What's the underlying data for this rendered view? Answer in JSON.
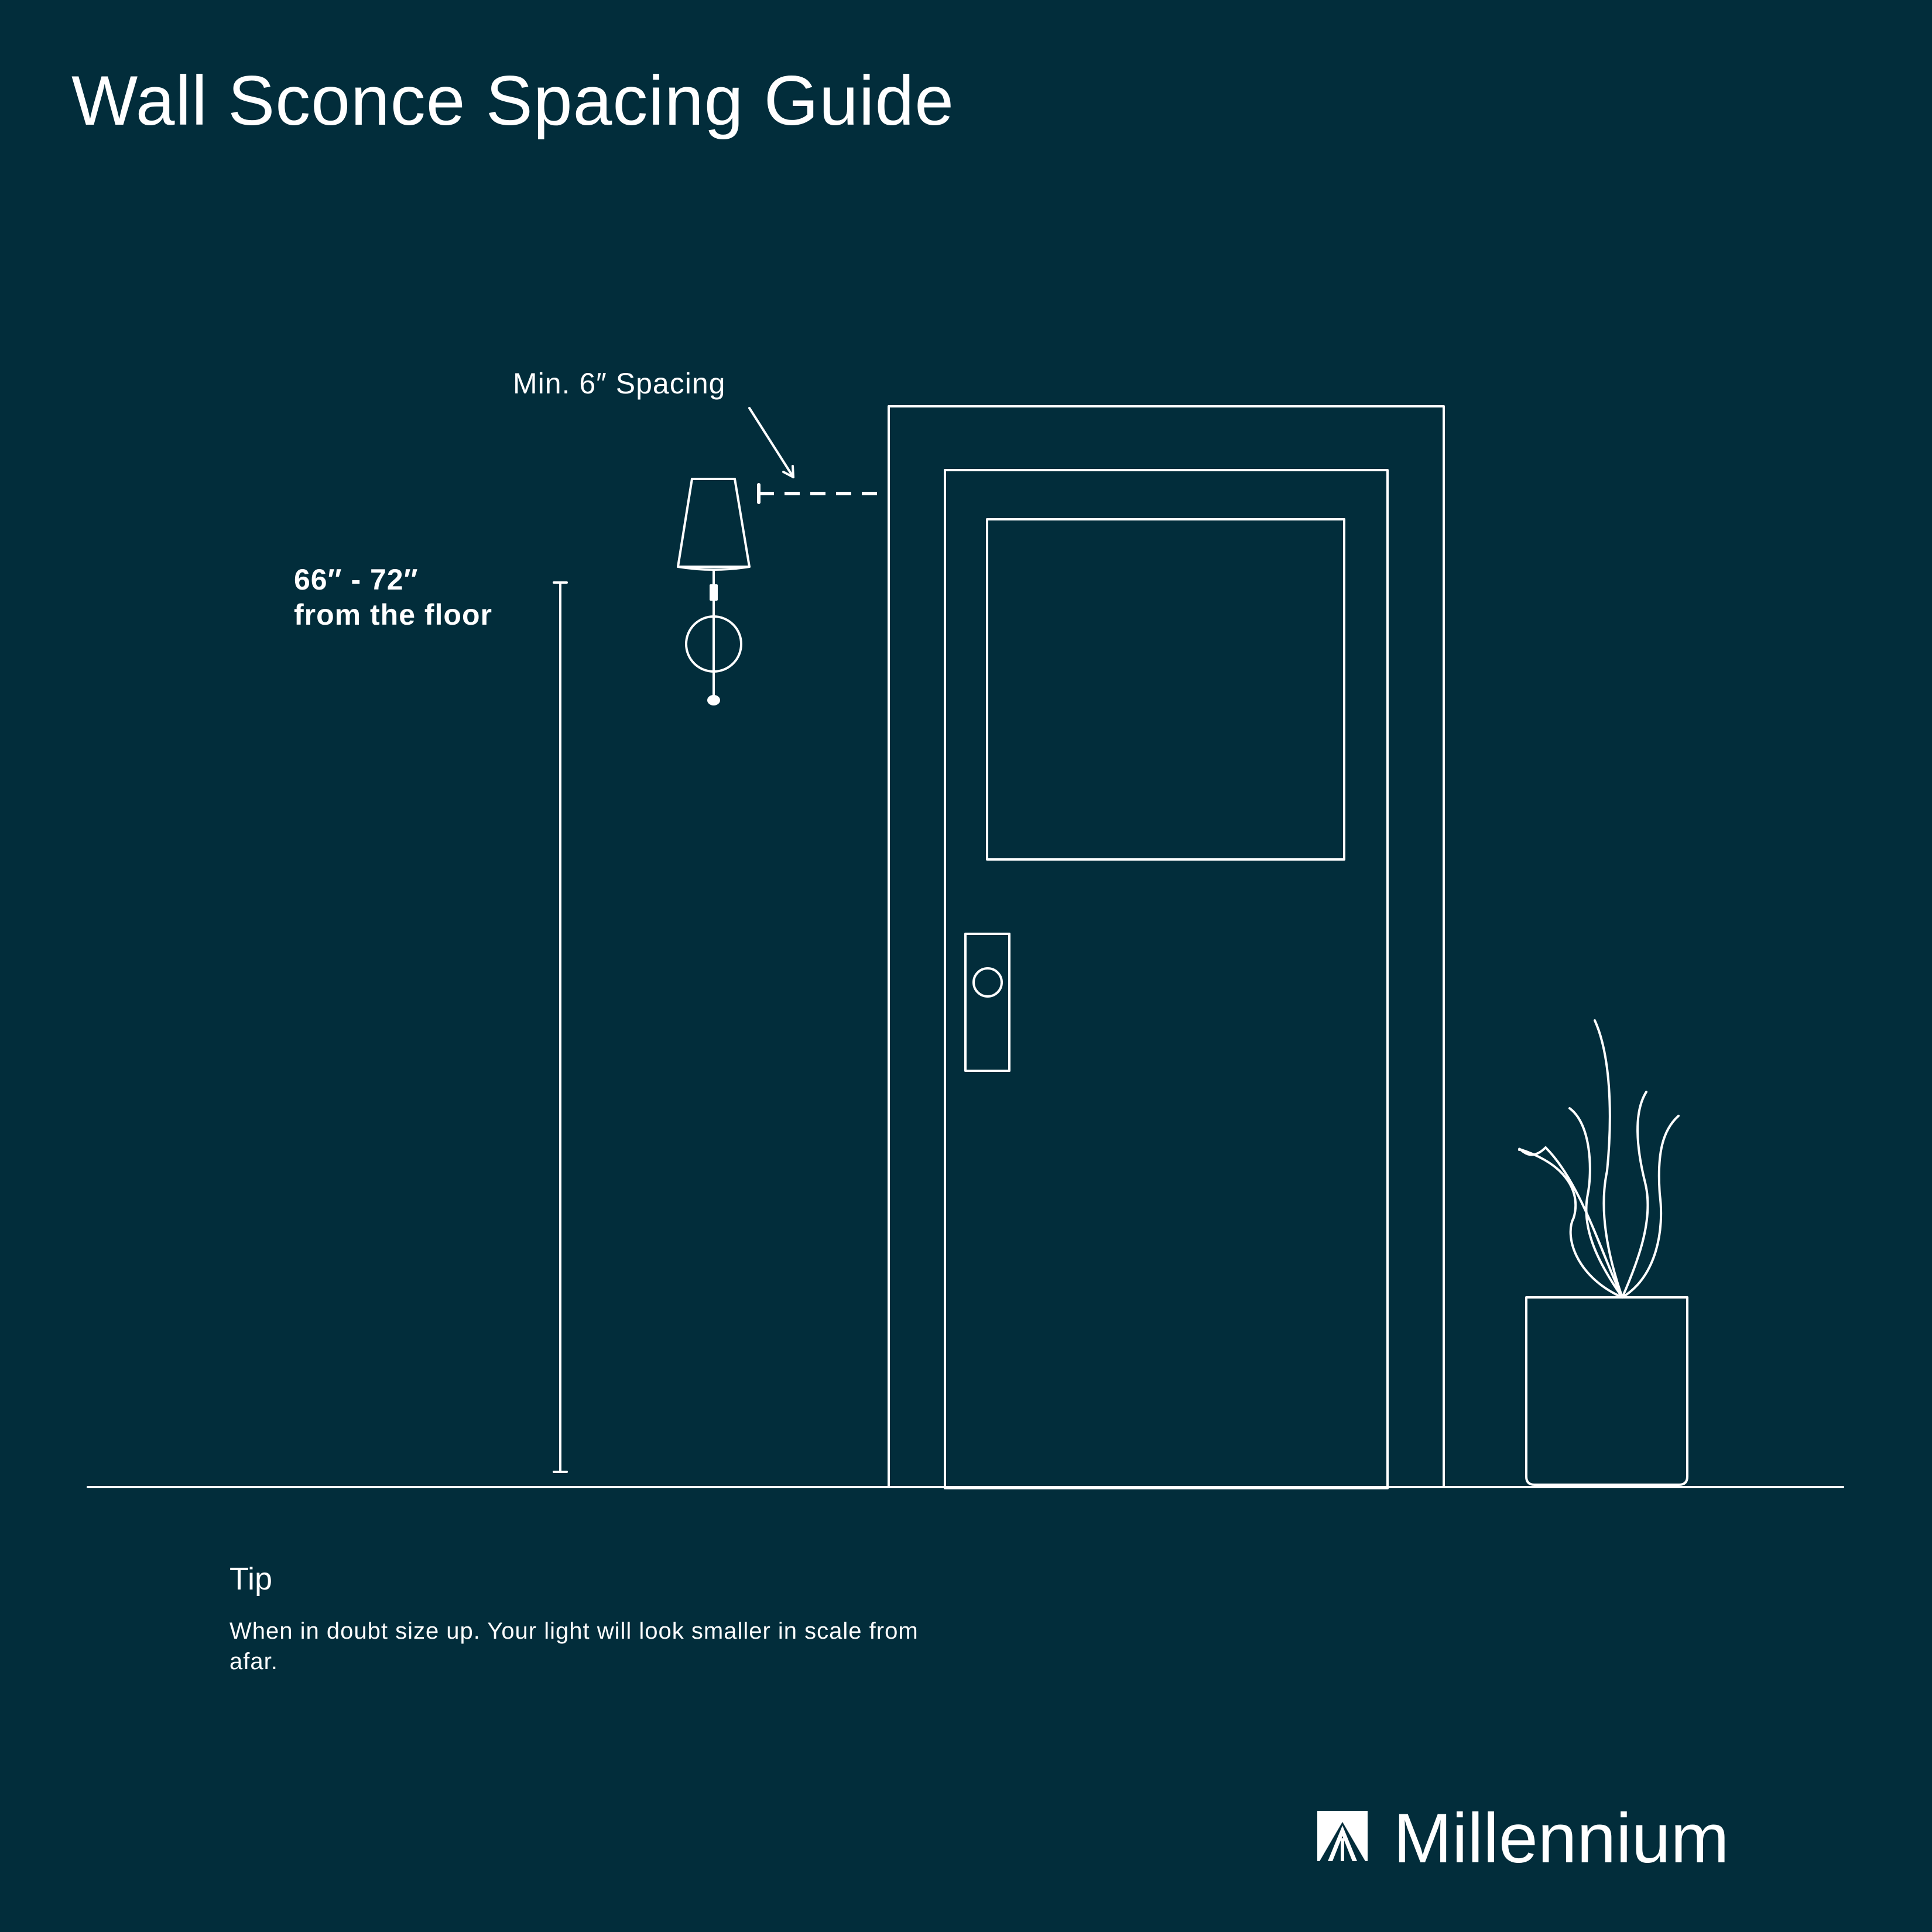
{
  "title": "Wall Sconce Spacing Guide",
  "annotations": {
    "spacing_label": "Min. 6″ Spacing",
    "height_line1": "66″ - 72″",
    "height_line2": "from the floor"
  },
  "tip": {
    "heading": "Tip",
    "text": "When in doubt size up. Your light will look smaller in scale from afar."
  },
  "brand": {
    "name": "Millennium",
    "logo_icon": "millennium-logo-icon"
  },
  "colors": {
    "background": "#022d3b",
    "line": "#ffffff"
  }
}
